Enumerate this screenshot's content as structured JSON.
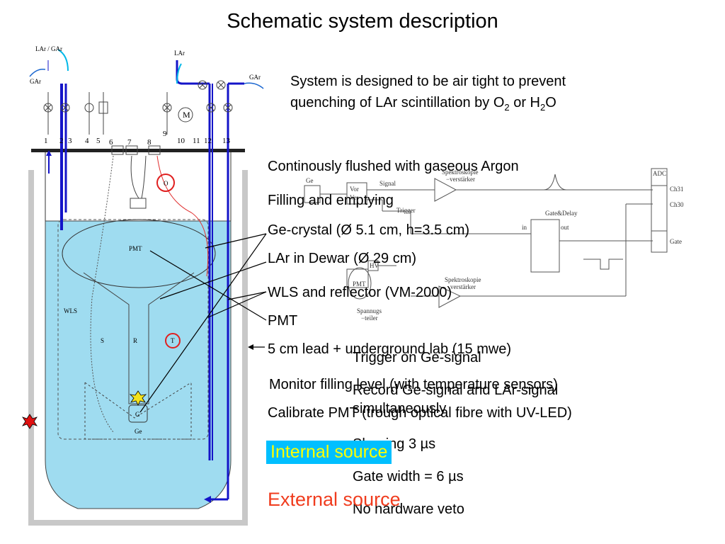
{
  "title": "Schematic system description",
  "description_lines": [
    "System is designed to be air tight to prevent",
    "quenching of LAr scintillation by O",
    "2",
    " or H",
    "2",
    "O"
  ],
  "labels": [
    "Continously flushed with gaseous Argon",
    "Filling and emptying",
    "Ge-crystal (Ø 5.1 cm, h=3.5 cm)",
    "LAr in Dewar (Ø 29 cm)",
    "WLS and reflector (VM-2000)",
    "PMT",
    "5 cm lead + underground lab (15 mwe)",
    "Monitor filling level (with temperature sensors)",
    "Calibrate PMT (trough optical fibre with UV-LED)"
  ],
  "trigger_notes": [
    "Trigger on Ge-signal",
    "Record Ge-signal and LAr-signal",
    "simultaneously",
    "Shaping 3 µs",
    "Gate width = 6 µs",
    "No hardware veto"
  ],
  "sources": {
    "internal": "Internal source",
    "external": "External source"
  },
  "schematic": {
    "gas_left": "LAr / GAr",
    "gar_left": "GAr",
    "lar_top": "LAr",
    "gar_right": "GAr",
    "valve_numbers": [
      "1",
      "2",
      "3",
      "4",
      "5",
      "6",
      "7",
      "8",
      "9",
      "10",
      "11",
      "12",
      "13"
    ],
    "motor": "M",
    "pmt": "PMT",
    "wls": "WLS",
    "s": "S",
    "r": "R",
    "t": "T",
    "o": "O",
    "ge": "Ge",
    "g": "G"
  },
  "electronics": {
    "ge": "Ge",
    "vor": "Vor",
    "ver": "Ver",
    "signal": "Signal",
    "spektro1": "Spektroskopie",
    "verstaerker": "−verstärker",
    "trigger": "Trigger",
    "adc": "ADC",
    "ch31": "Ch31",
    "ch30": "Ch30",
    "gate_delay": "Gate&Delay",
    "in": "in",
    "out": "out",
    "gate": "Gate",
    "spektro2": "Spektroskopie",
    "verstaerker2": "verstärker",
    "spannungs": "Spannugs",
    "teiler": "−teiler",
    "pmt": "PMT",
    "hv": "HV"
  },
  "colors": {
    "lar": "#9fdcf0",
    "blue_line": "#1414c8",
    "cyan": "#00bfff",
    "yellow": "#ffff00",
    "red": "#f03c1e"
  }
}
